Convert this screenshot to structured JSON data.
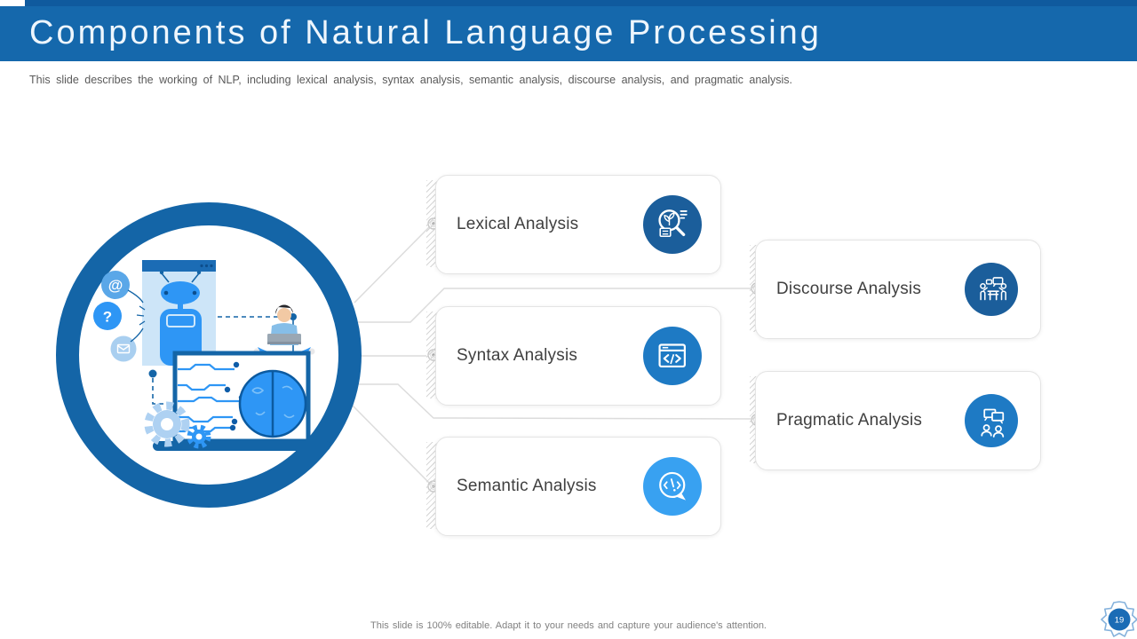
{
  "slide": {
    "title": "Components of Natural Language Processing",
    "subtitle": "This slide describes the working of NLP, including lexical analysis, syntax analysis, semantic analysis, discourse analysis, and pragmatic analysis.",
    "footer_note": "This slide is 100% editable. Adapt it to your needs and capture your audience's attention.",
    "page_number": "19"
  },
  "cards": [
    {
      "id": "lexical",
      "label": "Lexical Analysis",
      "icon": "search-document-icon",
      "circle_color": "#1b5e9b"
    },
    {
      "id": "syntax",
      "label": "Syntax Analysis",
      "icon": "code-window-icon",
      "circle_color": "#1e7ac4"
    },
    {
      "id": "semantic",
      "label": "Semantic Analysis",
      "icon": "chat-symbols-icon",
      "circle_color": "#38a1f1"
    },
    {
      "id": "discourse",
      "label": "Discourse Analysis",
      "icon": "meeting-table-icon",
      "circle_color": "#1b5e9b"
    },
    {
      "id": "pragmatic",
      "label": "Pragmatic Analysis",
      "icon": "people-conversation-icon",
      "circle_color": "#1e7ac4"
    }
  ],
  "illustration": {
    "name": "nlp-chatbot-brain-illustration",
    "elements": [
      "ring",
      "chatbot-window",
      "at-bubble",
      "question-bubble",
      "mail-bubble",
      "person-with-laptop",
      "laptop-with-brain-and-circuit",
      "gears"
    ]
  },
  "colors": {
    "header_bar": "#1568ac",
    "header_top_strip": "#0f5a9e",
    "ring_blue": "#1465a7",
    "accent_dark_blue": "#1b5e9b",
    "accent_medium_blue": "#1e7ac4",
    "accent_light_blue": "#38a1f1",
    "card_border": "#e4e4e4",
    "connector_gray": "#dcdcdc",
    "subtitle_gray": "#5a5a5a",
    "footer_gray": "#818181",
    "badge_blue": "#1b6cb5"
  }
}
